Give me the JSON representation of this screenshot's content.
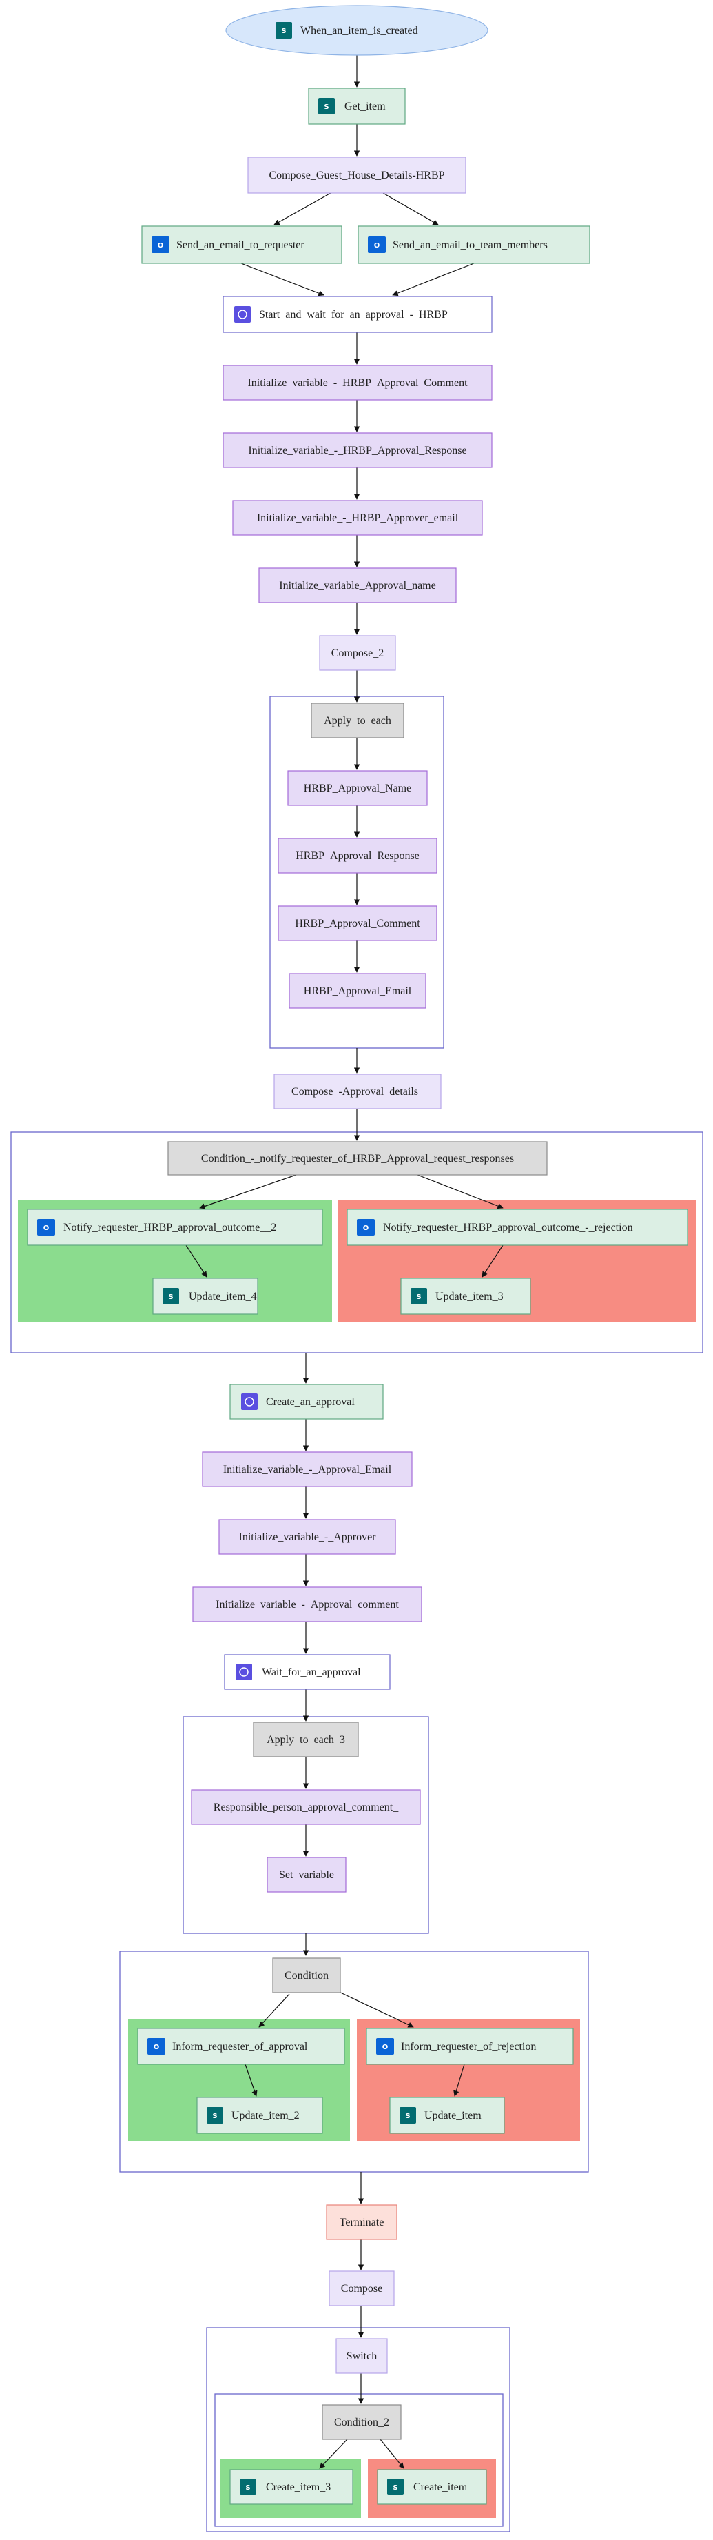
{
  "nodes": {
    "trigger": "When_an_item_is_created",
    "get_item": "Get_item",
    "compose_guest": "Compose_Guest_House_Details-HRBP",
    "send_requester": "Send_an_email_to_requester",
    "send_team": "Send_an_email_to_team_members",
    "start_wait": "Start_and_wait_for_an_approval_-_HRBP",
    "init_comment": "Initialize_variable_-_HRBP_Approval_Comment",
    "init_response": "Initialize_variable_-_HRBP_Approval_Response",
    "init_email": "Initialize_variable_-_HRBP_Approver_email",
    "init_name": "Initialize_variable_Approval_name",
    "compose2": "Compose_2",
    "apply_each": "Apply_to_each",
    "hrbp_name": "HRBP_Approval_Name",
    "hrbp_response": "HRBP_Approval_Response",
    "hrbp_comment": "HRBP_Approval_Comment",
    "hrbp_email": "HRBP_Approval_Email",
    "compose_details": "Compose_-Approval_details_",
    "cond_notify": "Condition_-_notify_requester_of_HRBP_Approval_request_responses",
    "notify_2": "Notify_requester_HRBP_approval_outcome__2",
    "notify_rej": "Notify_requester_HRBP_approval_outcome_-_rejection",
    "update4": "Update_item_4",
    "update3": "Update_item_3",
    "create_approval": "Create_an_approval",
    "init_appr_email": "Initialize_variable_-_Approval_Email",
    "init_approver": "Initialize_variable_-_Approver",
    "init_appr_comment": "Initialize_variable_-_Approval_comment",
    "wait_approval": "Wait_for_an_approval",
    "apply_each3": "Apply_to_each_3",
    "resp_person": "Responsible_person_approval_comment_",
    "set_variable": "Set_variable",
    "condition": "Condition",
    "inform_approval": "Inform_requester_of_approval",
    "inform_rejection": "Inform_requester_of_rejection",
    "update2": "Update_item_2",
    "update": "Update_item",
    "terminate": "Terminate",
    "compose": "Compose",
    "switch": "Switch",
    "cond2": "Condition_2",
    "create3": "Create_item_3",
    "create": "Create_item"
  },
  "icons": {
    "sharepoint": "sharepoint-icon",
    "outlook": "outlook-icon",
    "approvals": "approvals-icon"
  },
  "colors": {
    "action_fill": "#dcefe4",
    "action_stroke": "#5fa882",
    "variable_fill": "#e6dbf7",
    "variable_stroke": "#a46ad8",
    "compose_fill": "#ebe5fa",
    "compose_stroke": "#b6a5ea",
    "control_fill": "#dcdcdc",
    "control_stroke": "#8a8a8a",
    "trigger_fill": "#d7e7fb",
    "trigger_stroke": "#8fb4e6",
    "cluster_stroke": "#6a66cc",
    "yes_branch": "#8bdc8e",
    "no_branch": "#f78c82",
    "terminate_fill": "#fde0da",
    "terminate_stroke": "#e8847a"
  }
}
